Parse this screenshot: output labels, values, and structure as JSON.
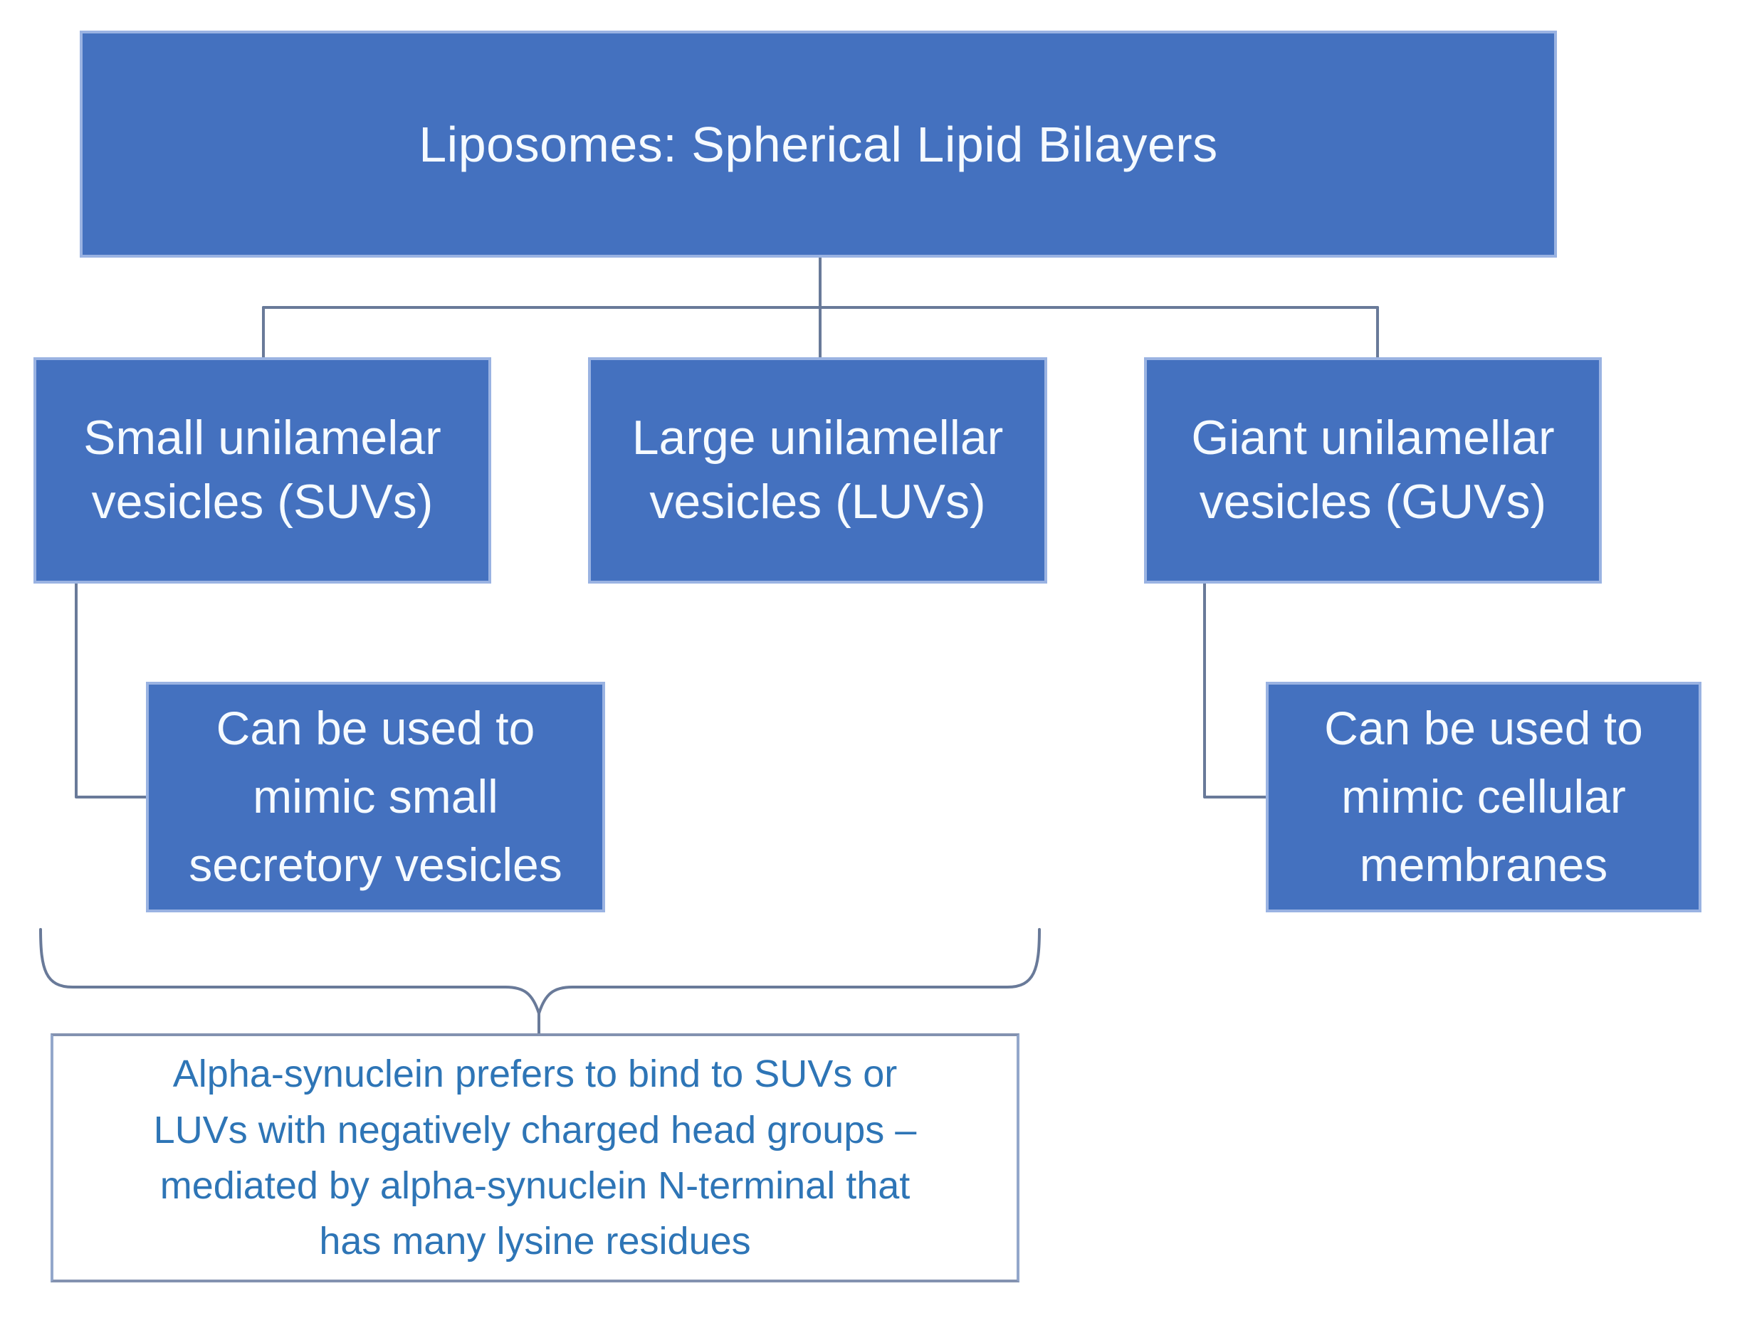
{
  "title_box": {
    "label": "Liposomes: Spherical Lipid Bilayers"
  },
  "vesicle_boxes": [
    {
      "id": "suv",
      "label": "Small unilamelar vesicles (SUVs)"
    },
    {
      "id": "luv",
      "label": "Large unilamellar vesicles (LUVs)"
    },
    {
      "id": "guv",
      "label": "Giant unilamellar vesicles (GUVs)"
    }
  ],
  "note_boxes": [
    {
      "id": "suv-note",
      "label": "Can be used to mimic small secretory vesicles"
    },
    {
      "id": "guv-note",
      "label": "Can be used to mimic cellular membranes"
    }
  ],
  "callout": {
    "text": "Alpha-synuclein prefers to bind to SUVs or LUVs with negatively charged head groups – mediated by alpha-synuclein N-terminal that has many lysine residues",
    "lines": [
      "Alpha-synuclein prefers to bind to SUVs or",
      "LUVs with negatively charged head groups –",
      "mediated by alpha-synuclein N-terminal that",
      "has many lysine residues"
    ]
  },
  "colors": {
    "box_fill": "#4471BF",
    "box_border": "#9AB3E2",
    "box_text": "#F5FAFF",
    "connector": "#697A99",
    "callout_border": "#93A7CB",
    "callout_text": "#2E75B6",
    "background": "#FFFFFF"
  }
}
